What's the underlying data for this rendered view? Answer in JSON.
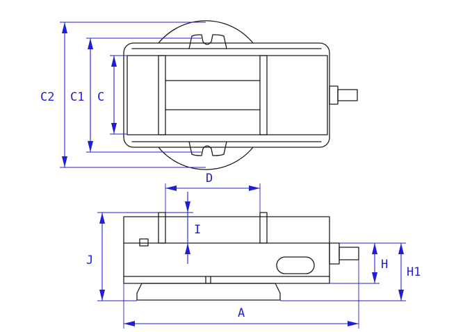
{
  "labels": {
    "c2": "C2",
    "c1": "C1",
    "c": "C",
    "d": "D",
    "i": "I",
    "j": "J",
    "h": "H",
    "h1": "H1",
    "a": "A"
  },
  "colors": {
    "outline": "#1a1a1a",
    "dimension": "#1f1fd6",
    "background": "#ffffff"
  }
}
